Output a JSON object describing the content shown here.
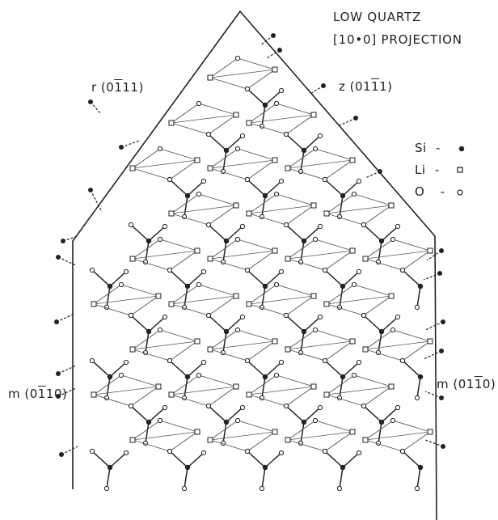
{
  "title": {
    "line1": "LOW QUARTZ",
    "line2": "[10•0] PROJECTION"
  },
  "faces": {
    "r": {
      "prefix": "r (0",
      "bar": "1",
      "suffix": "11)"
    },
    "z": {
      "prefix": "z (01",
      "bar": "1",
      "suffix": "1)"
    },
    "m_left": {
      "prefix": "m (0",
      "bar": "1",
      "suffix": "10)"
    },
    "m_right": {
      "prefix": "m (01",
      "bar": "1",
      "suffix": "0)"
    }
  },
  "legend": [
    {
      "element": "Si",
      "dash": "-",
      "symbol": "•",
      "shape": "filled-circle"
    },
    {
      "element": "Li",
      "dash": "-",
      "symbol": "□",
      "shape": "open-square"
    },
    {
      "element": "O",
      "dash": "-",
      "symbol": "◦",
      "shape": "open-circle"
    }
  ],
  "colors": {
    "ink": "#222222",
    "thin_line": "#555555",
    "background": "#ffffff"
  }
}
